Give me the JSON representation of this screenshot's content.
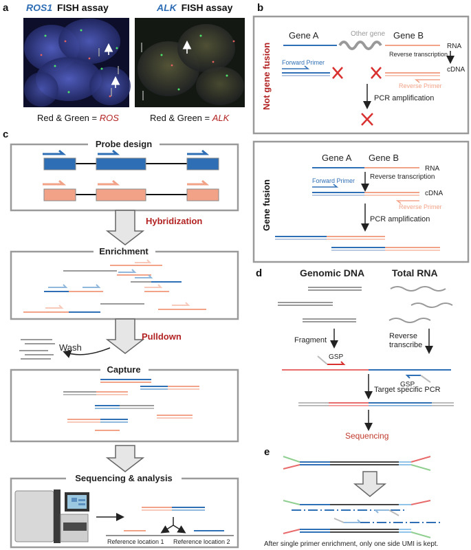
{
  "panels": {
    "a": "a",
    "b": "b",
    "c": "c",
    "d": "d",
    "e": "e"
  },
  "panel_a": {
    "ros1_title_gene": "ROS1",
    "ros1_title_rest": "FISH assay",
    "alk_title_gene": "ALK",
    "alk_title_rest": "FISH assay",
    "ros1_caption_prefix": "Red",
    "ros1_caption_amp": "&",
    "ros1_caption_mid": "Green =",
    "ros1_caption_gene": "ROS",
    "alk_caption_prefix": "Red",
    "alk_caption_amp": "&",
    "alk_caption_mid": "Green =",
    "alk_caption_gene": "ALK"
  },
  "panel_b": {
    "not_fusion_label": "Not gene fusion",
    "fusion_label": "Gene fusion",
    "gene_a": "Gene A",
    "other_gene": "Other gene",
    "gene_b": "Gene B",
    "rna": "RNA",
    "reverse_transcription": "Reverse transcription",
    "cdna": "cDNA",
    "forward_primer": "Forward Primer",
    "reverse_primer": "Reverse Primer",
    "pcr_amplification": "PCR amplification",
    "gene_a_2": "Gene A",
    "gene_b_2": "Gene B",
    "rna_2": "RNA",
    "reverse_transcription_2": "Reverse transcription",
    "cdna_2": "cDNA",
    "forward_primer_2": "Forward Primer",
    "reverse_primer_2": "Reverse Primer",
    "pcr_amplification_2": "PCR amplification"
  },
  "panel_c": {
    "probe_design": "Probe design",
    "hybridization": "Hybridization",
    "enrichment": "Enrichment",
    "pulldown": "Pulldown",
    "wash": "Wash",
    "capture": "Capture",
    "sequencing_analysis": "Sequencing & analysis",
    "reference_location_1": "Reference location 1",
    "reference_location_2": "Reference location 2"
  },
  "panel_d": {
    "genomic_dna": "Genomic DNA",
    "total_rna": "Total RNA",
    "fragment": "Fragment",
    "reverse_transcribe_1": "Reverse",
    "reverse_transcribe_2": "transcribe",
    "gsp_1": "GSP",
    "gsp_2": "GSP",
    "target_specific_pcr": "Target specific PCR",
    "sequencing": "Sequencing"
  },
  "panel_e": {
    "caption": "After single primer enrichment, only one side UMI is kept."
  },
  "colors": {
    "blue": "#2e6eb5",
    "salmon": "#f2a287",
    "red_text": "#b22222",
    "gray_box": "#9a9a9a",
    "green": "#8fcf8f"
  }
}
